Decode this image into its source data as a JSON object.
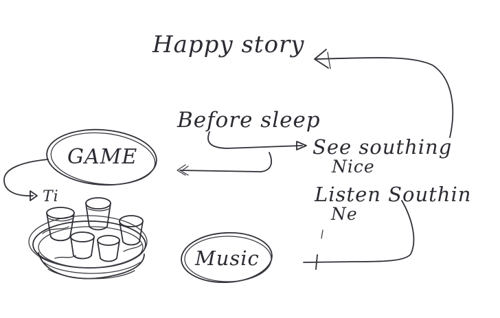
{
  "texts": {
    "happy_story": "Happy story",
    "before_sleep": "Before sleep",
    "see_something": "See southing",
    "nice": "Nice",
    "listen_something": "Listen Southin",
    "ne": "Ne",
    "game": "GAME",
    "music": "Music",
    "ti": "Ti"
  },
  "colors": {
    "ink": "#2e2e36",
    "paper": "#ffffff"
  }
}
